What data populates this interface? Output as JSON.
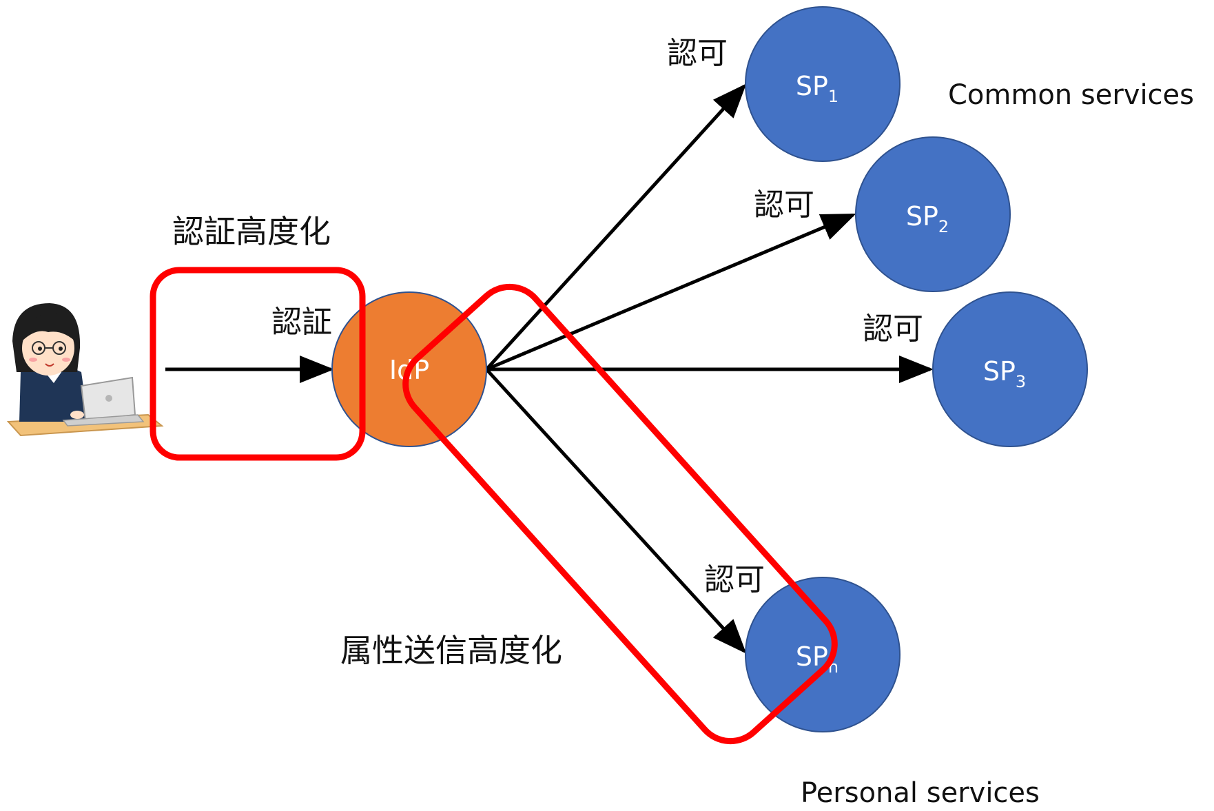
{
  "labels": {
    "auth_enhance": "認証高度化",
    "auth": "認証",
    "authz": "認可",
    "attr_enhance": "属性送信高度化",
    "common_services": "Common services",
    "personal_services": "Personal services"
  },
  "nodes": {
    "idp": "IdP",
    "sp_base": "SP",
    "sp1_sub": "1",
    "sp2_sub": "2",
    "sp3_sub": "3",
    "spn_sub": "n"
  },
  "colors": {
    "idp_fill": "#ED7D31",
    "sp_fill": "#4472C4",
    "node_stroke": "#2F528F",
    "highlight": "#FF0000",
    "arrow": "#000000"
  },
  "icons": {
    "user": "person-at-laptop-icon"
  }
}
